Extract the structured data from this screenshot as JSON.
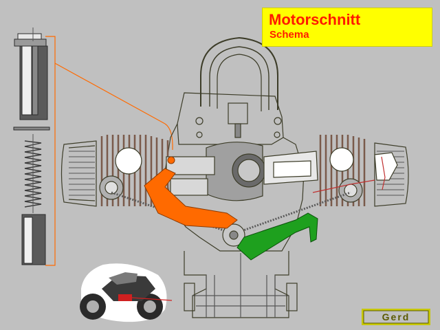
{
  "header": {
    "title": "Motorschnitt",
    "subtitle": "Schema"
  },
  "logo": {
    "text": "Gerd"
  },
  "colors": {
    "background": "#c0c0c0",
    "title_box": "#ffff00",
    "title_text": "#ff1a00",
    "rocker_arm_left": "#ff6a00",
    "rocker_arm_right": "#1ea01e",
    "outline": "#3c3c28",
    "cylinder_fins": "#7a5a4a"
  }
}
